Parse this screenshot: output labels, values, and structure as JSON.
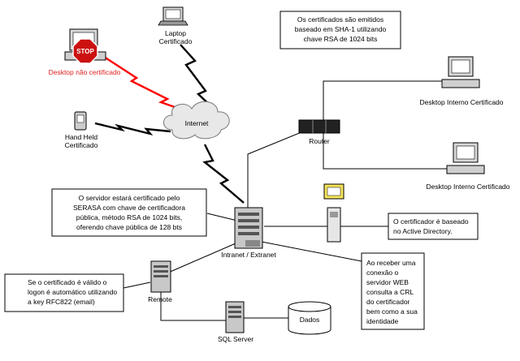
{
  "nodes": {
    "laptop": {
      "line1": "Laptop",
      "line2": "Certificado"
    },
    "desktop_bad": {
      "label": "Desktop não certificado",
      "stop": "STOP"
    },
    "handheld": {
      "line1": "Hand Held",
      "line2": "Certificado"
    },
    "internet": {
      "label": "Internet"
    },
    "router": {
      "label": "Router"
    },
    "desktop1": {
      "label": "Desktop Interno Certificado"
    },
    "desktop2": {
      "label": "Desktop Interno Certificado"
    },
    "server": {
      "label": "Intranet / Extranet"
    },
    "remote": {
      "label": "Remote"
    },
    "sql": {
      "label": "SQL Server"
    },
    "dados": {
      "label": "Dados"
    }
  },
  "notes": {
    "cert_info": [
      "Os certificados são emitidos",
      "baseado em SHA-1 utilizando",
      "chave RSA de 1024 bits"
    ],
    "server_info": [
      "O servidor estará certificado pelo",
      "SERASA com chave de certificadora",
      "pública, método RSA de 1024 bits,",
      "oferendo chave pública de 128 bts"
    ],
    "certifier_info": [
      "O certificador é baseado",
      "no Active Directory."
    ],
    "remote_info": [
      "Se o certificado é válido o",
      "logon é automático utilizando",
      "a key RFC822 (email)"
    ],
    "crl_info": [
      "Ao receber uma",
      "conexão o",
      "servidor WEB",
      "consulta a CRL",
      "do certificador",
      "bem como a sua",
      "identidade"
    ]
  },
  "colors": {
    "link": "#000000",
    "rejected_link": "#ff0000",
    "note_border": "#000000",
    "cloud": "#e8e8e8",
    "stop": "#cc1111"
  }
}
